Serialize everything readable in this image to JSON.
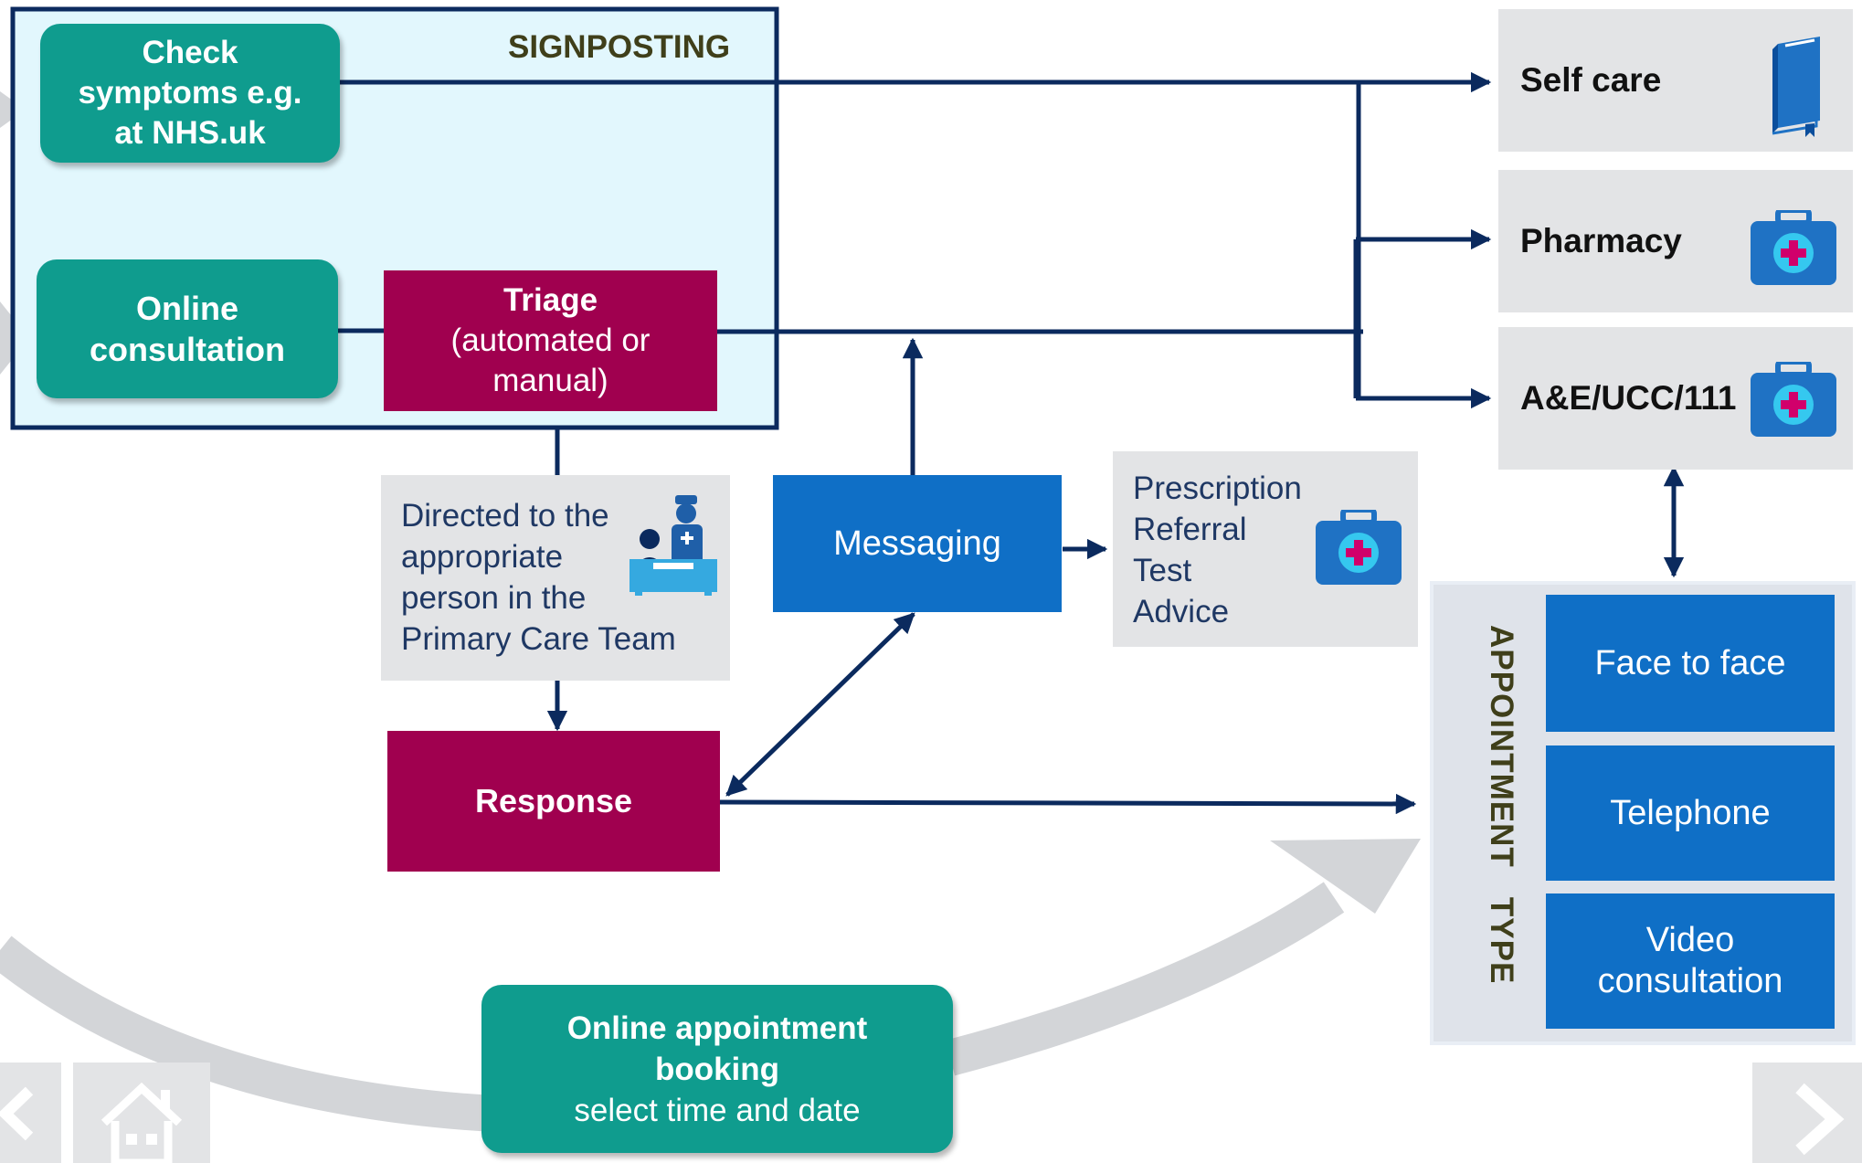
{
  "signposting": {
    "label": "SIGNPOSTING"
  },
  "check_symptoms": {
    "lines": [
      "Check",
      "symptoms e.g.",
      "at NHS.uk"
    ]
  },
  "online_consultation": {
    "lines": [
      "Online",
      "consultation"
    ]
  },
  "triage": {
    "title": "Triage",
    "lines": [
      "(automated or",
      "manual)"
    ]
  },
  "directed": {
    "lines": [
      "Directed to the",
      "appropriate",
      "person in the",
      "Primary Care Team"
    ]
  },
  "messaging": {
    "label": "Messaging"
  },
  "outcomes": {
    "lines": [
      "Prescription",
      "Referral",
      "Test",
      "Advice"
    ]
  },
  "response": {
    "label": "Response"
  },
  "destinations": {
    "self_care": "Self care",
    "pharmacy": "Pharmacy",
    "ae": "A&E/UCC/111"
  },
  "appointment": {
    "vertical_label": "APPOINTMENT   TYPE",
    "face_to_face": "Face to face",
    "telephone": "Telephone",
    "video_lines": [
      "Video",
      "consultation"
    ]
  },
  "booking": {
    "title_lines": [
      "Online appointment",
      "booking"
    ],
    "subtitle": "select time and date"
  },
  "icons": {
    "book": "book-icon",
    "medical_bag": "medical-bag-icon",
    "reception": "reception-desk-icon",
    "home": "home-icon",
    "prev": "chevron-left-icon",
    "next": "chevron-right-icon"
  },
  "colors": {
    "teal": "#0f9c8e",
    "maroon": "#a0004f",
    "blue": "#0f6fc6",
    "navy": "#0b2a5e",
    "grey": "#e3e4e6",
    "signposting_bg": "#e2f7fd"
  }
}
